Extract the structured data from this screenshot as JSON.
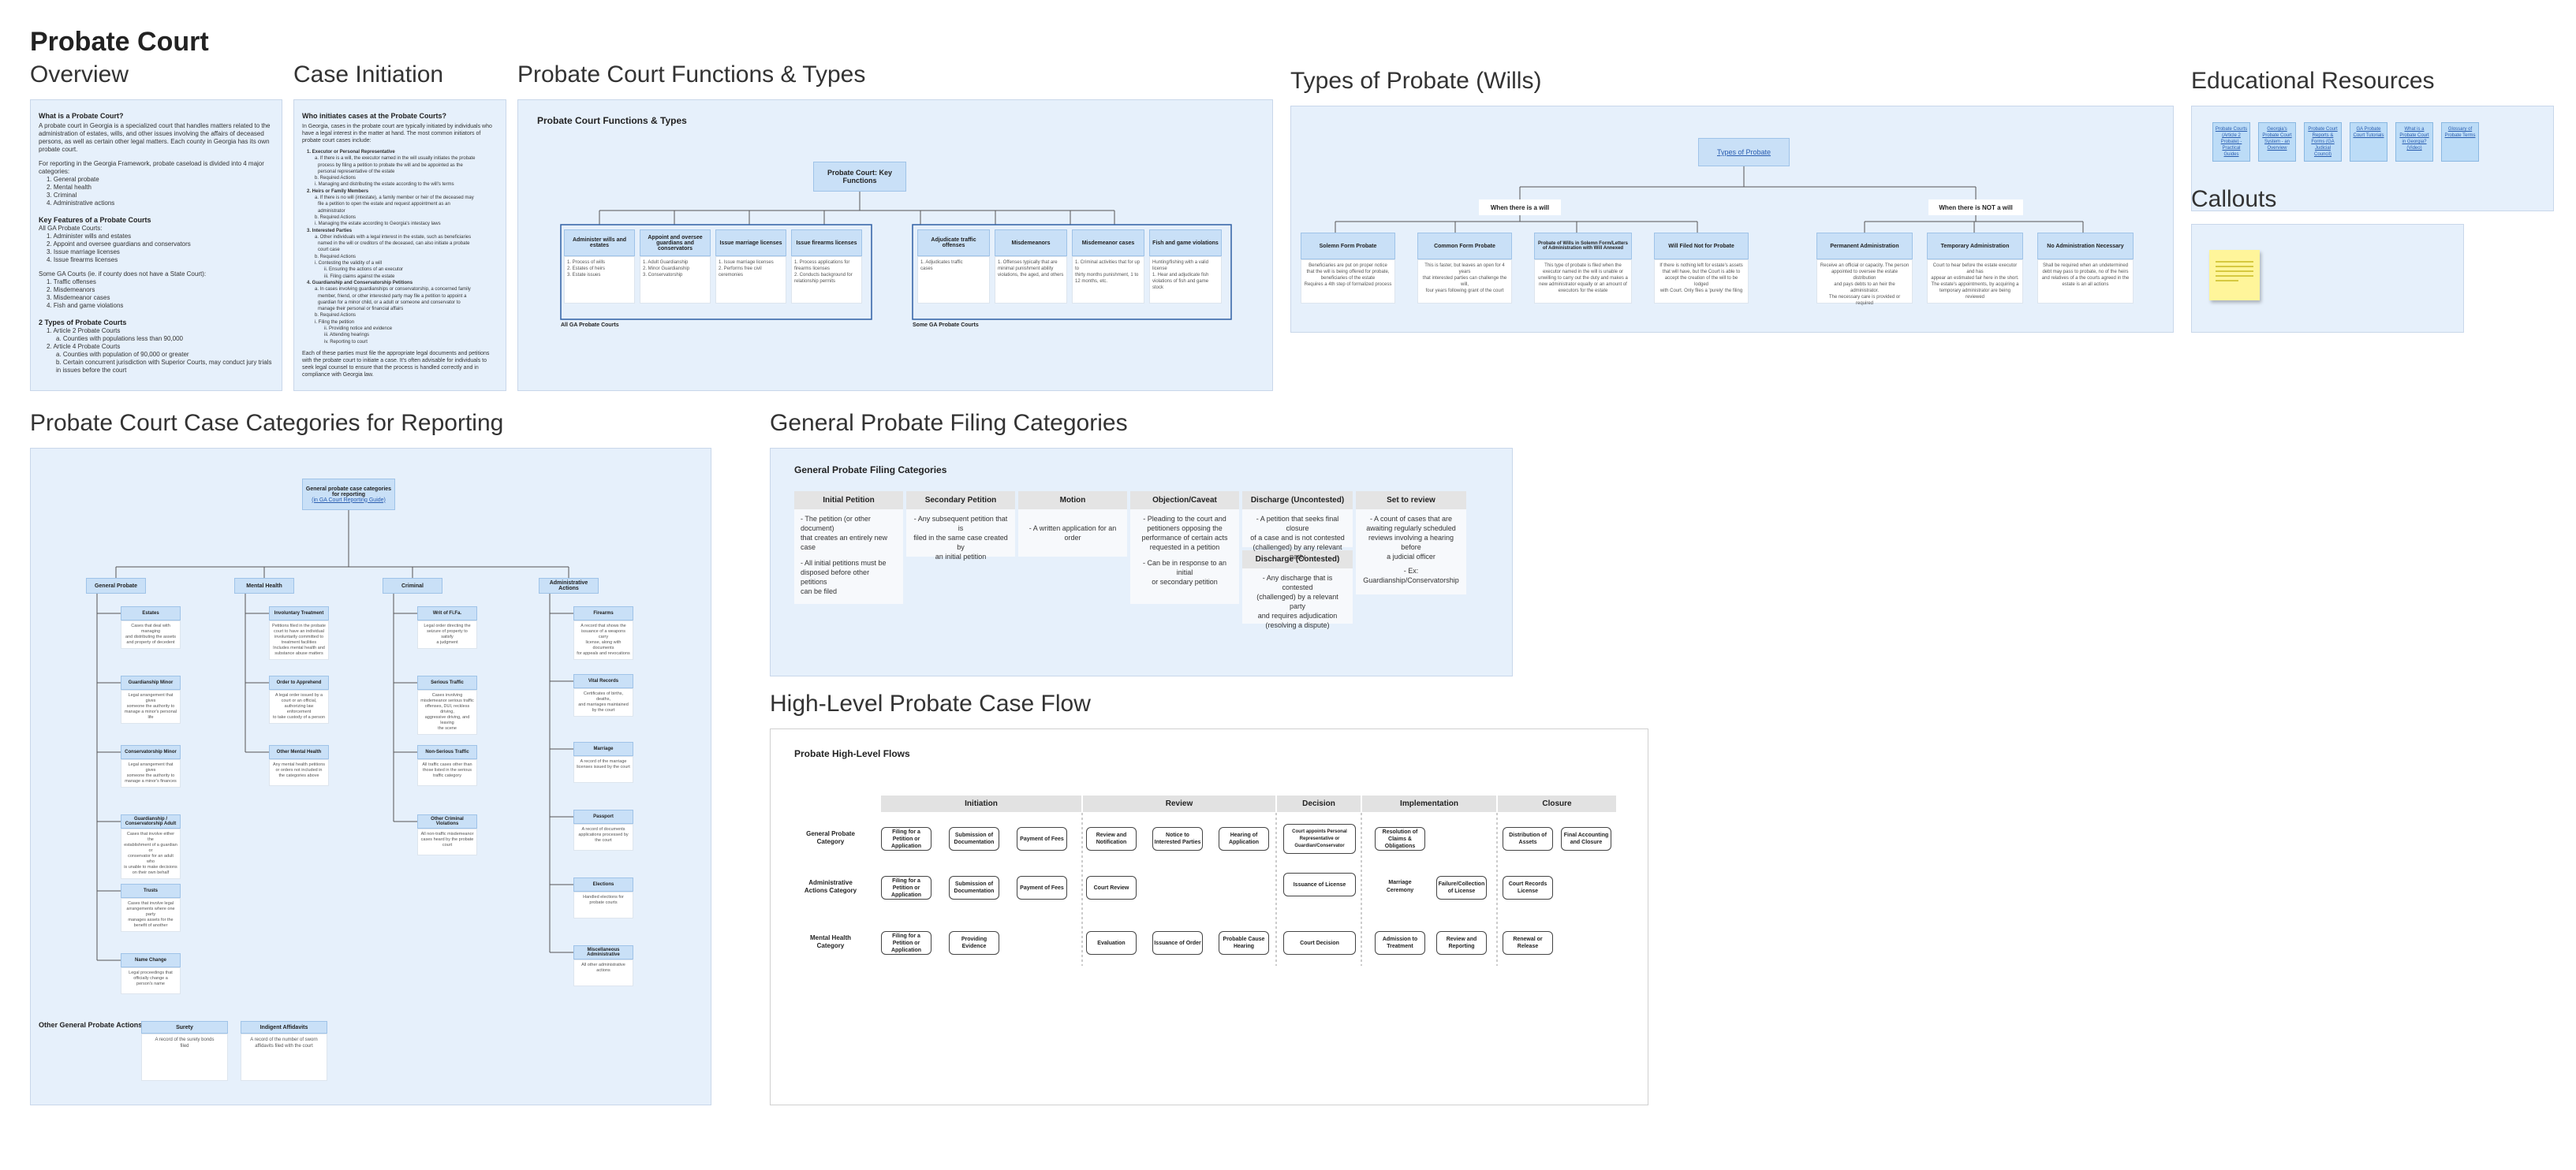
{
  "page": {
    "title": "Probate Court"
  },
  "overview": {
    "frame_title": "Overview",
    "heading": "What is a Probate Court?",
    "intro": "A probate court in Georgia is a specialized court that handles matters related to the administration of estates, wills, and other issues involving the affairs of deceased persons, as well as certain other legal matters. Each county in Georgia has its own probate court.",
    "reporting": "For reporting in the Georgia Framework, probate caseload is divided into 4 major categories:",
    "categories": [
      "1. General probate",
      "2. Mental health",
      "3. Criminal",
      "4. Administrative actions"
    ],
    "features_heading": "Key Features of a Probate Courts",
    "all_ga_label": "All GA Probate Courts:",
    "all_ga": [
      "1. Administer wills and estates",
      "2. Appoint and oversee guardians and conservators",
      "3. Issue marriage licenses",
      "4. Issue firearms licenses"
    ],
    "some_ga_label": "Some GA Courts (ie. if county does not have a State Court):",
    "some_ga": [
      "1. Traffic offenses",
      "2. Misdemeanors",
      "3. Misdemeanor cases",
      "4. Fish and game violations"
    ],
    "types_heading": "2 Types of Probate Courts",
    "types": [
      "1. Article 2 Probate Courts",
      "a. Counties with populations less than 90,000",
      "2. Article 4 Probate Courts",
      "a. Counties with population of 90,000 or greater",
      "b. Certain concurrent jurisdiction with Superior Courts, may conduct jury trials in issues before the court"
    ]
  },
  "case_initiation": {
    "frame_title": "Case Initiation",
    "heading": "Who initiates cases at the Probate Courts?",
    "intro": "In Georgia, cases in the probate court are typically initiated by individuals who have a legal interest in the matter at hand. The most common initiators of probate court cases include:",
    "items": [
      "1. Executor or Personal Representative",
      "a. If there is a will, the executor named in the will usually initiates the probate",
      "process by filing a petition to probate the will and be appointed as the",
      "personal representative of the estate",
      "b. Required Actions",
      "i. Managing and distributing the estate according to the will's terms",
      "2. Heirs or Family Members",
      "a. If there is no will (intestate), a family member or heir of the deceased may",
      "file a petition to open the estate and request appointment as an",
      "administrator",
      "b. Required Actions",
      "i. Managing the estate according to Georgia's intestacy laws",
      "3. Interested Parties",
      "a. Other individuals with a legal interest in the estate, such as beneficiaries",
      "named in the will or creditors of the deceased, can also initiate a probate",
      "court case",
      "b. Required Actions",
      "i. Contesting the validity of a will",
      "ii. Ensuring the actions of an executor",
      "iii. Filing claims against the estate",
      "4. Guardianship and Conservatorship Petitions",
      "a. In cases involving guardianships or conservatorship, a concerned family",
      "member, friend, or other interested party may file a petition to appoint a",
      "guardian for a minor child, or a adult or someone and conservator to",
      "manage their personal or financial affairs",
      "b. Required Actions",
      "i. Filing the petition",
      "ii. Providing notice and evidence",
      "iii. Attending hearings",
      "iv. Reporting to court"
    ],
    "outro": "Each of these parties must file the appropriate legal documents and petitions with the probate court to initiate a case. It's often advisable for individuals to seek legal counsel to ensure that the process is handled correctly and in compliance with Georgia law."
  },
  "functions": {
    "frame_title": "Probate Court Functions & Types",
    "inner_title": "Probate Court Functions & Types",
    "root": "Probate Court: Key Functions",
    "all_label": "All GA Probate Courts",
    "some_label": "Some GA Probate Courts",
    "all": [
      {
        "title": "Administer wills and estates",
        "lines": [
          "1. Process of wills",
          "2. Estates of heirs",
          "3. Estate issues"
        ]
      },
      {
        "title": "Appoint and oversee guardians and conservators",
        "lines": [
          "1. Adult Guardianship",
          "2. Minor Guardianship",
          "3. Conservatorship"
        ]
      },
      {
        "title": "Issue marriage licenses",
        "lines": [
          "1. Issue marriage licenses",
          "2. Performs free civil",
          "ceremonies"
        ]
      },
      {
        "title": "Issue firearms licenses",
        "lines": [
          "1. Process applications for",
          "firearms licenses",
          "2. Conducts background for",
          "relationship permits"
        ]
      }
    ],
    "some": [
      {
        "title": "Adjudicate traffic offenses",
        "lines": [
          "1. Adjudicates traffic",
          "cases"
        ]
      },
      {
        "title": "Misdemeanors",
        "lines": [
          "1. Offenses typically that are",
          "minimal punishment ability",
          "violations, the aged, and others"
        ]
      },
      {
        "title": "Misdemeanor cases",
        "lines": [
          "1. Criminal activities that for up to",
          "thirty months punishment, 1 to",
          "12 months, etc."
        ]
      },
      {
        "title": "Fish and game violations",
        "lines": [
          "Hunting/fishing with a valid",
          "license",
          "1. Hear and adjudicate fish",
          "violations of fish and game",
          "stock"
        ]
      }
    ]
  },
  "wills": {
    "frame_title": "Types of Probate (Wills)",
    "root": "Types of Probate",
    "with_will": "When there is a will",
    "no_will": "When there is NOT a will",
    "with": [
      {
        "title": "Solemn Form Probate",
        "lines": [
          "Beneficiaries are put on proper notice",
          "that the will is being offered for probate,",
          "beneficiaries of the estate",
          "Requires a 4th step of formalized process"
        ]
      },
      {
        "title": "Common Form Probate",
        "lines": [
          "This is faster, but leaves an open for 4 years",
          "that interested parties can challenge the will,",
          "four years following grant of the court"
        ]
      },
      {
        "title": "Probate of Wills in Solemn Form/Letters of Administration with Will Annexed",
        "lines": [
          "This type of probate is filed when the",
          "executor named in the will is unable or",
          "unwilling to carry out the duty and makes a",
          "new administrator equally or an amount of",
          "executors for the estate"
        ]
      },
      {
        "title": "Will Filed Not for Probate",
        "lines": [
          "If there is nothing left for estate's assets",
          "that will have, but the Court is able to",
          "accept the creation of the will to be lodged",
          "with Court. Only files a 'purely' the filing"
        ]
      }
    ],
    "without": [
      {
        "title": "Permanent Administration",
        "lines": [
          "Receive an official or capacity. The person",
          "appointed to oversee the estate distribution",
          "and pays debts to an heir the administrator.",
          "The necessary care is provided or required"
        ]
      },
      {
        "title": "Temporary Administration",
        "lines": [
          "Court to hear before the estate executor and has",
          "appear an estimated fair here in the short.",
          "The estate's appointments, by acquiring a",
          "temporary administrator are being reviewed"
        ]
      },
      {
        "title": "No Administration Necessary",
        "lines": [
          "Shall be required when an undetermined",
          "debt may pass to probate, no of the heirs",
          "and relatives of a the courts agreed in the",
          "estate is an all actions"
        ]
      }
    ]
  },
  "edu": {
    "frame_title": "Educational Resources",
    "links": [
      "Probate Courts (Article 2 Probate) - Practical Guides",
      "Georgia's Probate Court System - an Overview",
      "Probate Court Reports & Forms (GA Judicial Council)",
      "GA Probate Court Tutorials",
      "What is a Probate Court in Georgia? (Video)",
      "Glossary of Probate Terms"
    ]
  },
  "callouts": {
    "frame_title": "Callouts"
  },
  "categories_frame": {
    "frame_title": "Probate Court Case Categories for Reporting",
    "root_line1": "General probate case categories",
    "root_line2": "for reporting",
    "root_link": "(in GA Court Reporting Guide)",
    "other_title": "Other General Probate Actions",
    "columns": [
      {
        "title": "General Probate",
        "items": [
          {
            "title": "Estates",
            "lines": [
              "Cases that deal with managing",
              "and distributing the assets",
              "and property of decedent"
            ]
          },
          {
            "title": "Guardianship Minor",
            "lines": [
              "Legal arrangement that gives",
              "someone the authority to",
              "manage a minor's personal life"
            ]
          },
          {
            "title": "Conservatorship Minor",
            "lines": [
              "Legal arrangement that gives",
              "someone the authority to",
              "manage a minor's finances"
            ]
          },
          {
            "title": "Guardianship / Conservatorship Adult",
            "lines": [
              "Cases that involve either the",
              "establishment of a guardian or",
              "conservator for an adult who",
              "is unable to make decisions",
              "on their own behalf"
            ]
          },
          {
            "title": "Trusts",
            "lines": [
              "Cases that involve legal",
              "arrangements where one party",
              "manages assets for the",
              "benefit of another"
            ]
          },
          {
            "title": "Name Change",
            "lines": [
              "Legal proceedings that",
              "officially change a",
              "person's name"
            ]
          }
        ]
      },
      {
        "title": "Mental Health",
        "items": [
          {
            "title": "Involuntary Treatment",
            "lines": [
              "Petitions filed in the probate",
              "court to have an individual",
              "involuntarily committed to",
              "treatment facilities",
              "Includes mental health and",
              "substance abuse matters"
            ]
          },
          {
            "title": "Order to Apprehend",
            "lines": [
              "A legal order issued by a",
              "court or an official,",
              "authorizing law enforcement",
              "to take custody of a person"
            ]
          },
          {
            "title": "Other Mental Health",
            "lines": [
              "Any mental health petitions",
              "or orders not included in",
              "the categories above"
            ]
          }
        ]
      },
      {
        "title": "Criminal",
        "items": [
          {
            "title": "Writ of Fi.Fa.",
            "lines": [
              "Legal order directing the",
              "seizure of property to satisfy",
              "a judgment"
            ]
          },
          {
            "title": "Serious Traffic",
            "lines": [
              "Cases involving",
              "misdemeanor serious traffic",
              "offenses, DUI, reckless driving,",
              "aggressive driving, and leaving",
              "the scene"
            ]
          },
          {
            "title": "Non-Serious Traffic",
            "lines": [
              "All traffic cases other than",
              "those listed in the serious",
              "traffic category"
            ]
          },
          {
            "title": "Other Criminal Violations",
            "lines": [
              "All non-traffic misdemeanor",
              "cases heard by the probate",
              "court"
            ]
          }
        ]
      },
      {
        "title": "Administrative Actions",
        "items": [
          {
            "title": "Firearms",
            "lines": [
              "A record that shows the",
              "issuance of a weapons carry",
              "license, along with documents",
              "for appeals and revocations"
            ]
          },
          {
            "title": "Vital Records",
            "lines": [
              "Certificates of births, deaths,",
              "and marriages maintained",
              "by the court"
            ]
          },
          {
            "title": "Marriage",
            "lines": [
              "A record of the marriage",
              "licenses issued by the court"
            ]
          },
          {
            "title": "Passport",
            "lines": [
              "A record of documents",
              "applications processed by",
              "the court"
            ]
          },
          {
            "title": "Elections",
            "lines": [
              "Handled elections for",
              "probate courts"
            ]
          },
          {
            "title": "Miscellaneous Administrative",
            "lines": [
              "All other administrative",
              "actions"
            ]
          }
        ]
      }
    ],
    "other": [
      {
        "title": "Surety",
        "lines": [
          "A record of the surety bonds",
          "filed"
        ]
      },
      {
        "title": "Indigent Affidavits",
        "lines": [
          "A record of the number of sworn",
          "affidavits filed with the court"
        ]
      }
    ]
  },
  "filing": {
    "frame_title": "General Probate Filing Categories",
    "inner_title": "General Probate Filing Categories",
    "columns": [
      {
        "header": "Initial Petition",
        "body": [
          "- The petition (or other document)",
          "that creates an entirely new case",
          "",
          "- All initial petitions must be",
          "disposed before other petitions",
          "can be filed"
        ]
      },
      {
        "header": "Secondary Petition",
        "body": [
          "- Any subsequent petition that is",
          "filed in the same case created by",
          "an initial petition"
        ]
      },
      {
        "header": "Motion",
        "body": [
          "- A written application for an order"
        ]
      },
      {
        "header": "Objection/Caveat",
        "body": [
          "- Pleading to the court and",
          "petitioners opposing the",
          "performance of certain acts",
          "requested in a petition",
          "",
          "- Can be in response to an initial",
          "or secondary petition"
        ]
      },
      {
        "header": "Discharge (Uncontested)",
        "body": [
          "- A petition that seeks final closure",
          "of a case and is not contested",
          "(challenged) by any relevant party"
        ]
      },
      {
        "header": "Set to review",
        "body": [
          "- A count of cases that are",
          "awaiting regularly scheduled",
          "reviews involving a hearing before",
          "a judicial officer",
          "",
          "- Ex:",
          "Guardianship/Conservatorship"
        ]
      }
    ],
    "contested": {
      "header": "Discharge (Contested)",
      "body": [
        "- Any discharge that is contested",
        "(challenged) by a relevant party",
        "and requires adjudication",
        "(resolving a dispute)"
      ]
    }
  },
  "flow": {
    "frame_title": "High-Level Probate Case Flow",
    "inner_title": "Probate High-Level Flows",
    "stages": [
      "Initiation",
      "Review",
      "Decision",
      "Implementation",
      "Closure"
    ],
    "rows": [
      {
        "label": "General Probate Category",
        "cells": [
          "Filing for a Petition or Application",
          "Submission of Documentation",
          "Payment of Fees",
          "Review and Notification",
          "Notice to Interested Parties",
          "Hearing of Application",
          "Court appoints Personal Representative or Guardian/Conservator",
          "Resolution of Claims & Obligations",
          "Distribution of Assets",
          "Final Accounting and Closure"
        ]
      },
      {
        "label": "Administrative Actions Category",
        "cells": [
          "Filing for a Petition or Application",
          "Submission of Documentation",
          "Payment of Fees",
          "Court Review",
          "Issuance of License",
          "Marriage Ceremony",
          "Failure/Collection of License",
          "Court Records License"
        ]
      },
      {
        "label": "Mental Health Category",
        "cells": [
          "Filing for a Petition or Application",
          "Providing Evidence",
          "Evaluation",
          "Issuance of Order",
          "Probable Cause Hearing",
          "Court Decision",
          "Admission to Treatment",
          "Review and Reporting",
          "Renewal or Release"
        ]
      }
    ]
  }
}
